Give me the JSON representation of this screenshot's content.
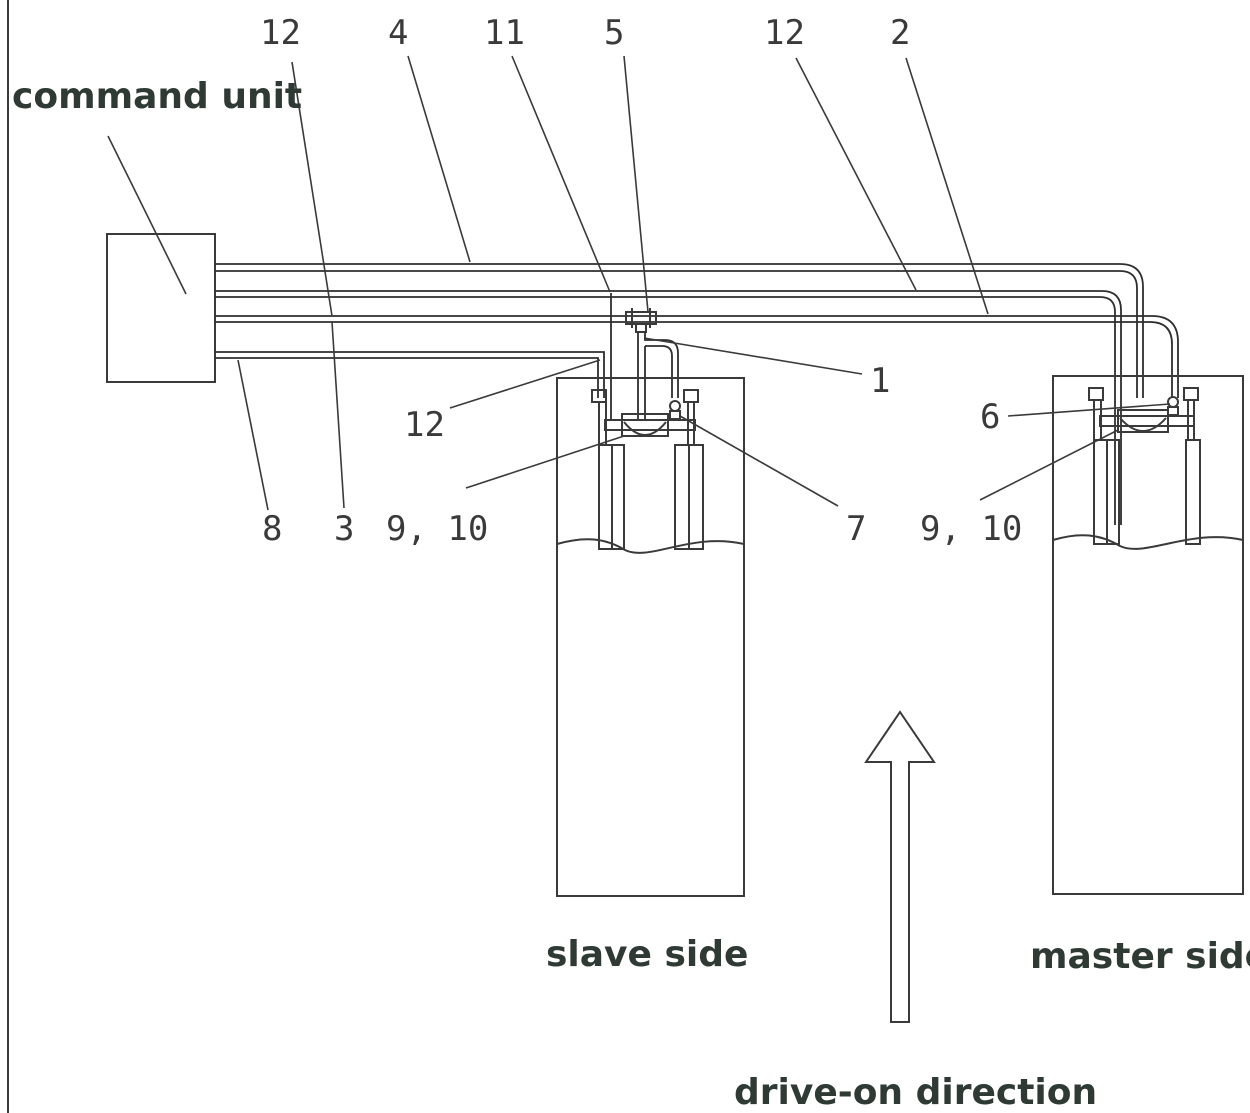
{
  "labels": {
    "command_unit": "command unit",
    "slave_side": "slave side",
    "master_side": "master side",
    "drive_on_direction": "drive-on direction"
  },
  "refs": {
    "r12a": "12",
    "r4": "4",
    "r11": "11",
    "r5": "5",
    "r12b": "12",
    "r2": "2",
    "r1": "1",
    "r12c": "12",
    "r6": "6",
    "r8": "8",
    "r3": "3",
    "r910a": "9, 10",
    "r7": "7",
    "r910b": "9, 10"
  },
  "colors": {
    "line": "#3a3a3a",
    "label": "#2f3a35"
  }
}
